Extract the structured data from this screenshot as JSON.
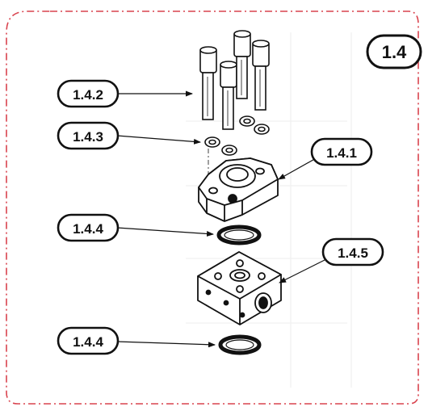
{
  "figure": {
    "section_label": "1.4",
    "frame_color": "#d9434e",
    "line_color": "#111111",
    "callouts": [
      {
        "id": "c142",
        "label": "1.4.2"
      },
      {
        "id": "c143",
        "label": "1.4.3"
      },
      {
        "id": "c144a",
        "label": "1.4.4"
      },
      {
        "id": "c144b",
        "label": "1.4.4"
      },
      {
        "id": "c141",
        "label": "1.4.1"
      },
      {
        "id": "c145",
        "label": "1.4.5"
      }
    ]
  }
}
